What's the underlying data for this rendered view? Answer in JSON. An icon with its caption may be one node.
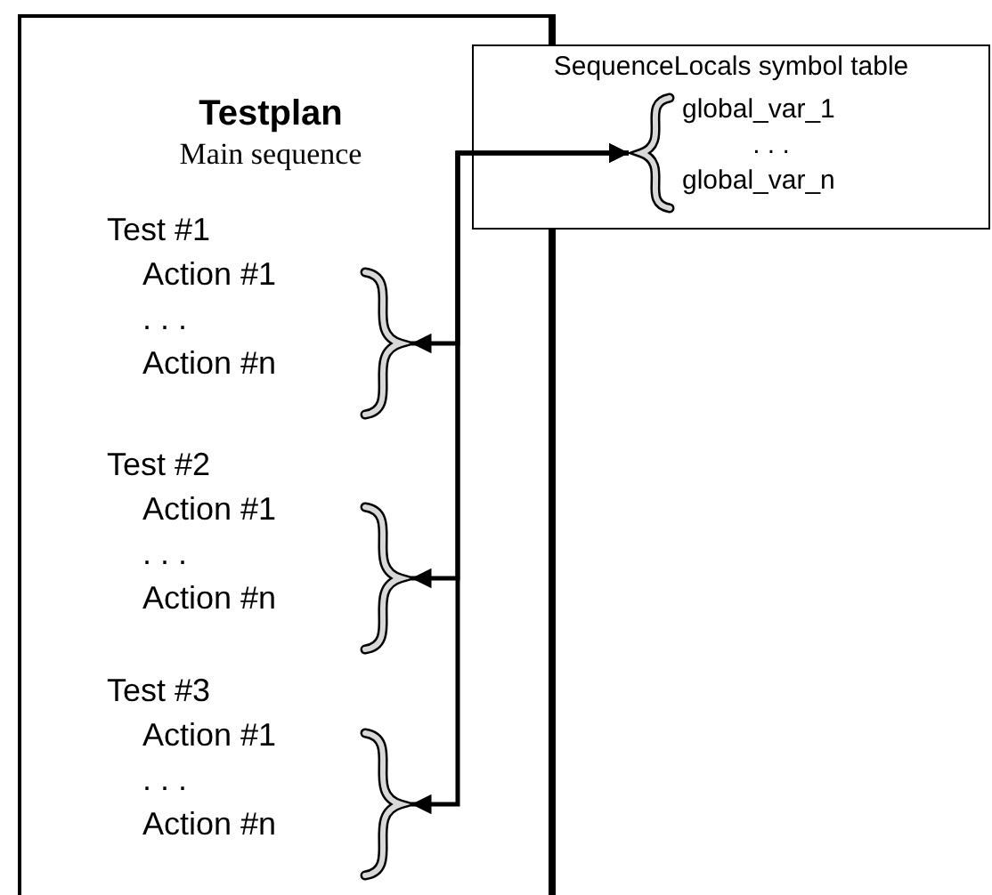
{
  "diagram": {
    "nodes": [
      {
        "text": [
          "Testplan",
          "Main sequence"
        ]
      },
      {
        "text": [
          "Test #1",
          "Action #1",
          ". . .",
          "Action #n"
        ],
        "in": 0
      },
      {
        "text": [
          "Test #2",
          "Action #1",
          ". . .",
          "Action #n"
        ],
        "in": 0
      },
      {
        "text": [
          "Test #3",
          "Action #1",
          ". . .",
          "Action #n"
        ],
        "in": 0
      },
      {
        "text": [
          "SequenceLocals symbol table"
        ]
      },
      {
        "text": [
          "global_var_1",
          ". . .",
          "global_var_n"
        ],
        "in": 4
      }
    ],
    "edges": [
      {
        "from": 5,
        "to": 1,
        "arrow": "both"
      },
      {
        "from": 5,
        "to": 2,
        "arrow": "both"
      },
      {
        "from": 5,
        "to": 3,
        "arrow": "both"
      }
    ]
  }
}
